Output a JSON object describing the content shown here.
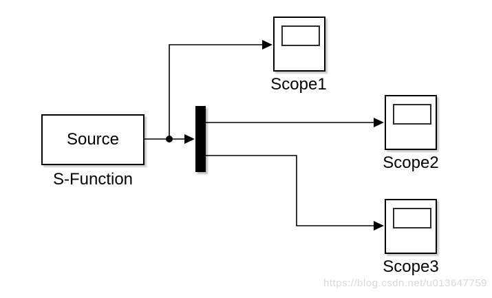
{
  "diagram": {
    "kind": "simulink-block-diagram",
    "background_color": "#ffffff",
    "wire_color": "#000000"
  },
  "blocks": {
    "sfunction": {
      "label": "Source",
      "name": "S-Function"
    },
    "demux": {
      "shape": "vertical-black-bar",
      "inputs": 1,
      "outputs": 2
    },
    "scope1": {
      "name": "Scope1"
    },
    "scope2": {
      "name": "Scope2"
    },
    "scope3": {
      "name": "Scope3"
    }
  },
  "connections": [
    {
      "from": "S-Function",
      "to": "Demux"
    },
    {
      "from": "S-Function",
      "to": "Scope1",
      "via": "branch-point"
    },
    {
      "from": "Demux output 1",
      "to": "Scope2"
    },
    {
      "from": "Demux output 2",
      "to": "Scope3"
    }
  ],
  "watermark": {
    "text": "https://blog.csdn.net/u013647759",
    "color": "#d9d9d9"
  }
}
